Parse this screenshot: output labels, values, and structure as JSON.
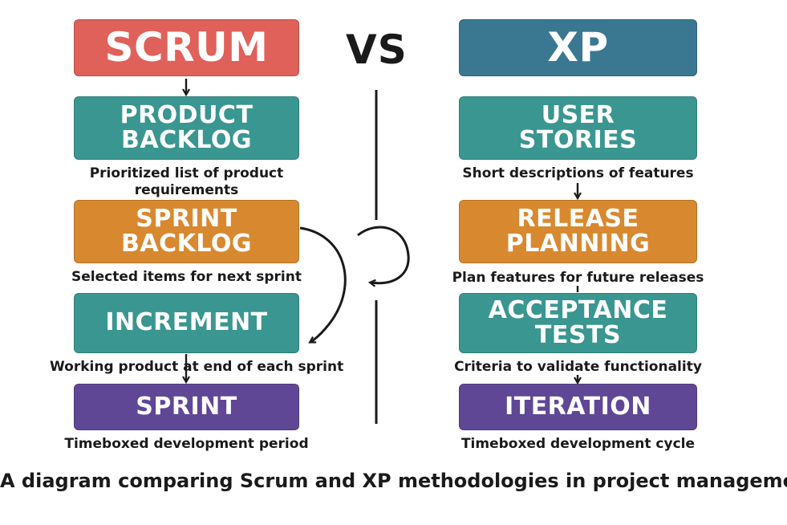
{
  "vs_label": "VS",
  "scrum": {
    "header": "SCRUM",
    "product_backlog": {
      "line1": "PRODUCT",
      "line2": "BACKLOG",
      "desc_line1": "Prioritized list of product",
      "desc_line2": "requirements"
    },
    "sprint_backlog": {
      "line1": "SPRINT",
      "line2": "BACKLOG",
      "desc": "Selected items for next sprint"
    },
    "increment": {
      "label": "INCREMENT",
      "desc": "Working product at end of each sprint"
    },
    "sprint": {
      "label": "SPRINT",
      "desc": "Timeboxed development period"
    }
  },
  "xp": {
    "header": "XP",
    "user_stories": {
      "line1": "USER",
      "line2": "STORIES",
      "desc": "Short descriptions of features"
    },
    "release_planning": {
      "line1": "RELEASE",
      "line2": "PLANNING",
      "desc": "Plan features for future releases"
    },
    "acceptance_tests": {
      "line1": "ACCEPTANCE",
      "line2": "TESTS",
      "desc": "Criteria to validate functionality"
    },
    "iteration": {
      "label": "ITERATION",
      "desc": "Timeboxed development cycle"
    }
  },
  "caption": "A diagram comparing Scrum and XP methodologies in project management",
  "colors": {
    "scrum_header": "#e0605a",
    "xp_header": "#3a7892",
    "teal": "#3a9690",
    "orange": "#d8892f",
    "purple": "#5f4796",
    "line": "#1a1a1a"
  }
}
